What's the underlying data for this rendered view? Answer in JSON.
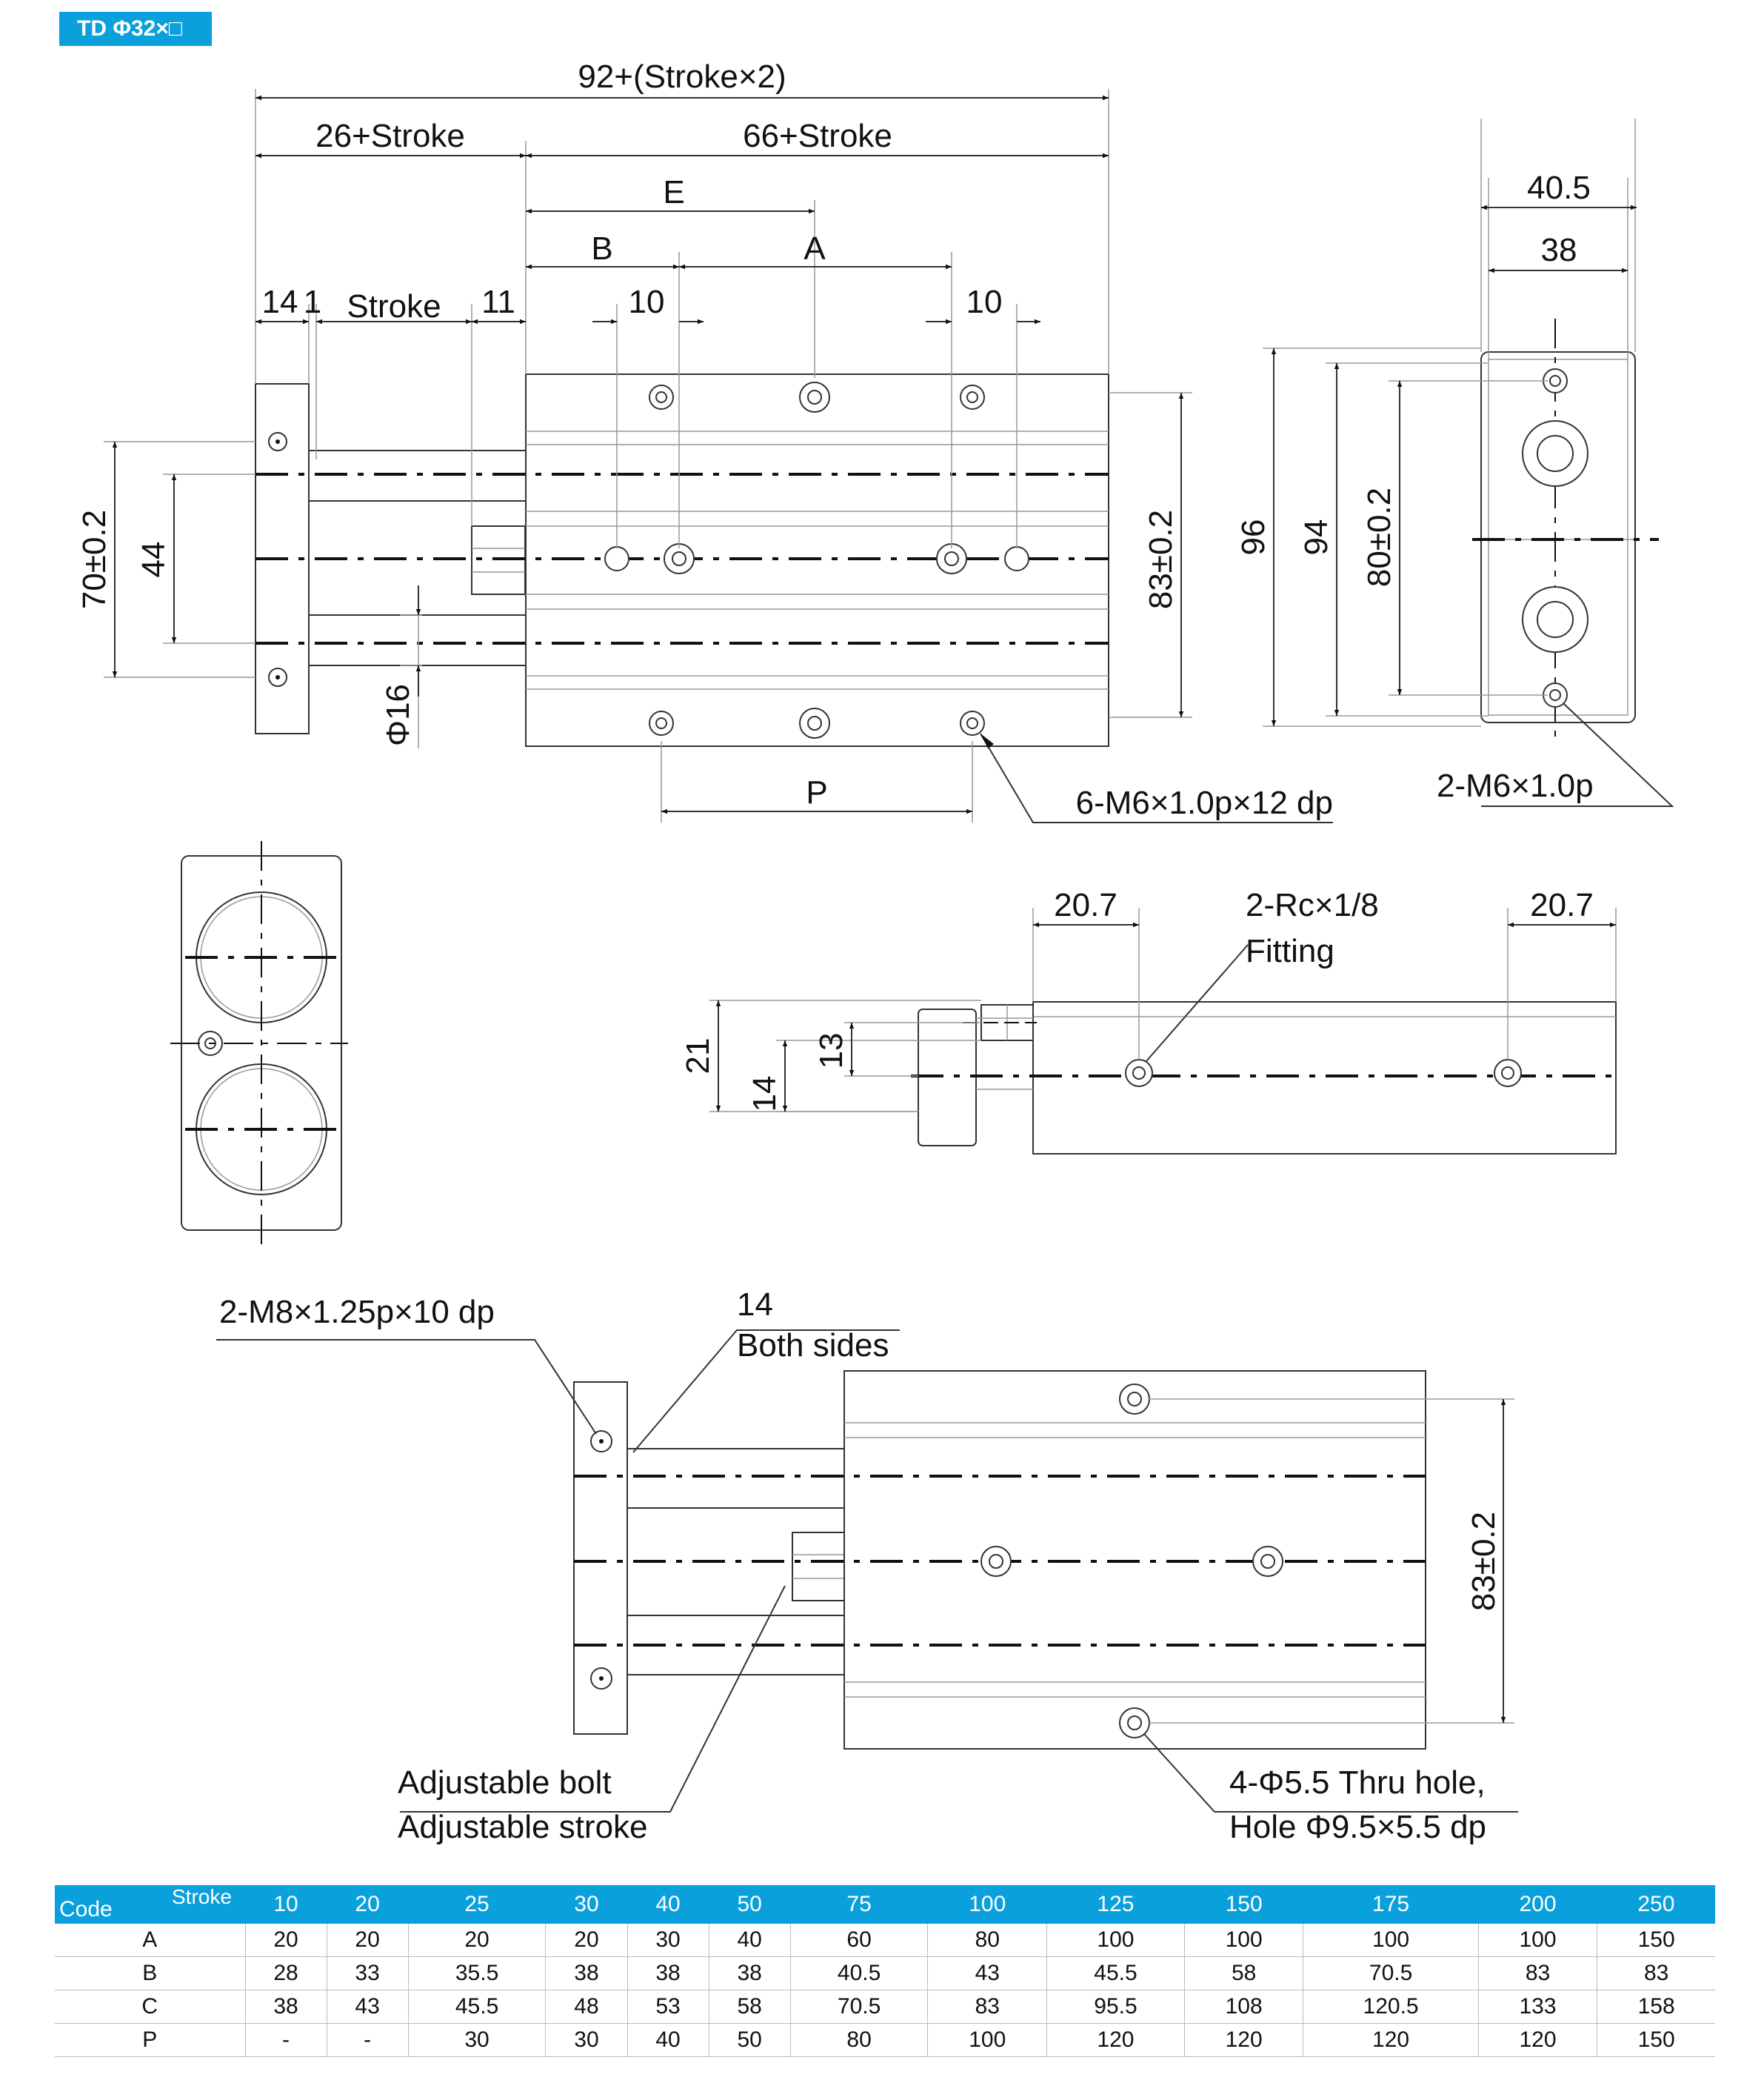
{
  "badge": "TD Φ32×□",
  "dims": {
    "overall": "92+(Stroke×2)",
    "left_len": "26+Stroke",
    "right_len": "66+Stroke",
    "e": "E",
    "b": "B",
    "a": "A",
    "d14": "14",
    "d1": "1",
    "stroke": "Stroke",
    "d11": "11",
    "d10a": "10",
    "d10b": "10",
    "h70": "70±0.2",
    "h44": "44",
    "phi16": "Φ16",
    "h83": "83±0.2",
    "p": "P",
    "m6": "6-M6×1.0p×12 dp",
    "w405": "40.5",
    "w38": "38",
    "h96": "96",
    "h94": "94",
    "h80": "80±0.2",
    "m6b": "2-M6×1.0p",
    "d207a": "20.7",
    "rc": "2-Rc×1/8",
    "fitting": "Fitting",
    "d207b": "20.7",
    "h21": "21",
    "h14": "14",
    "h13": "13",
    "m8": "2-M8×1.25p×10 dp",
    "bs14": "14",
    "both": "Both sides",
    "adj_bolt": "Adjustable bolt",
    "adj_stroke": "Adjustable stroke",
    "h83b": "83±0.2",
    "thru": "4-Φ5.5 Thru hole,",
    "cbore": "Hole Φ9.5×5.5 dp"
  },
  "table": {
    "code_label": "Code",
    "stroke_label": "Stroke",
    "strokes": [
      "10",
      "20",
      "25",
      "30",
      "40",
      "50",
      "75",
      "100",
      "125",
      "150",
      "175",
      "200",
      "250"
    ],
    "rows": [
      {
        "code": "A",
        "values": [
          "20",
          "20",
          "20",
          "20",
          "30",
          "40",
          "60",
          "80",
          "100",
          "100",
          "100",
          "100",
          "150"
        ]
      },
      {
        "code": "B",
        "values": [
          "28",
          "33",
          "35.5",
          "38",
          "38",
          "38",
          "40.5",
          "43",
          "45.5",
          "58",
          "70.5",
          "83",
          "83"
        ]
      },
      {
        "code": "C",
        "values": [
          "38",
          "43",
          "45.5",
          "48",
          "53",
          "58",
          "70.5",
          "83",
          "95.5",
          "108",
          "120.5",
          "133",
          "158"
        ]
      },
      {
        "code": "P",
        "values": [
          "-",
          "-",
          "30",
          "30",
          "40",
          "50",
          "80",
          "100",
          "120",
          "120",
          "120",
          "120",
          "150"
        ]
      }
    ]
  },
  "colors": {
    "accent": "#0aa0dc"
  }
}
